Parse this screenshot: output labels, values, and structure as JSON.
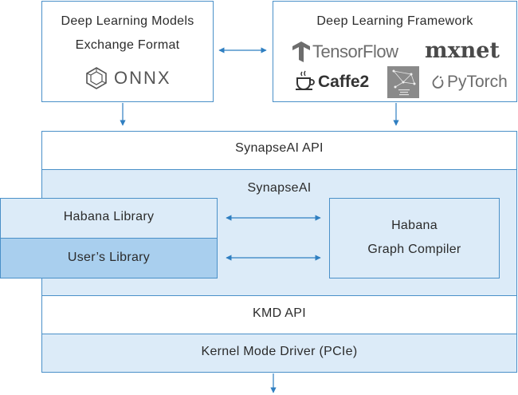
{
  "onnx_box": {
    "line1": "Deep Learning Models",
    "line2": "Exchange Format",
    "logo_label": "ONNX"
  },
  "framework_box": {
    "title": "Deep Learning Framework",
    "logos": {
      "tensorflow": "TensorFlow",
      "mxnet": "mxnet",
      "caffe2": "Caffe2",
      "pytorch": "PyTorch"
    }
  },
  "stack": {
    "synapse_api": "SynapseAI API",
    "synapse_ai": "SynapseAI",
    "habana_library": "Habana Library",
    "users_library": "User’s Library",
    "graph_compiler_line1": "Habana",
    "graph_compiler_line2": "Graph Compiler",
    "kmd_api": "KMD API",
    "kernel_driver": "Kernel Mode Driver (PCIe)"
  },
  "colors": {
    "border": "#4a90c8",
    "arrow": "#2f7fc1",
    "light_blue": "#dcebf8",
    "mid_blue": "#a9cfee"
  }
}
